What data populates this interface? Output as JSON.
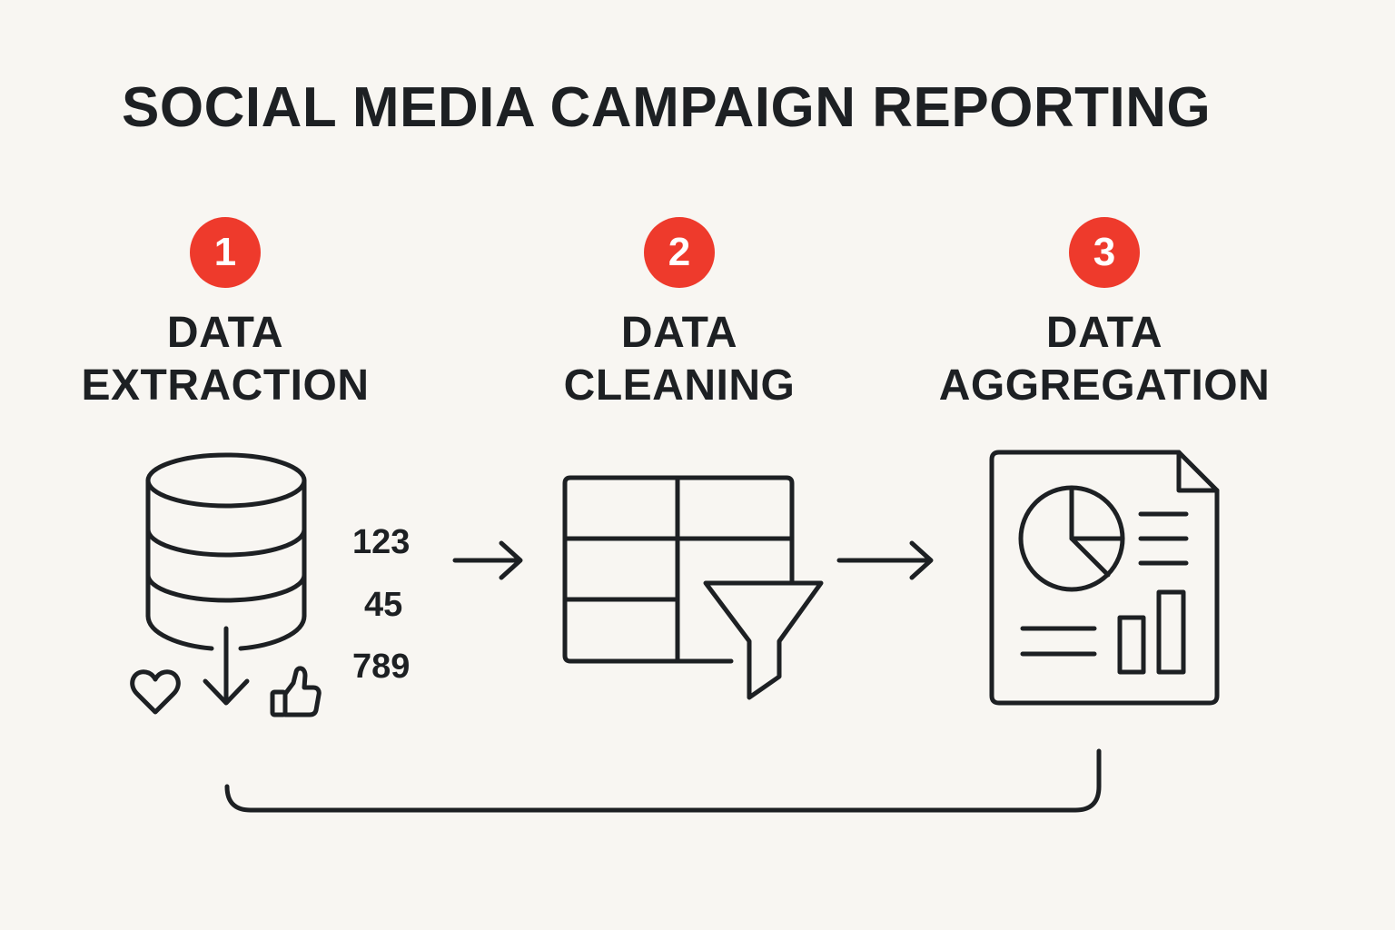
{
  "title": "SOCIAL MEDIA CAMPAIGN REPORTING",
  "colors": {
    "background": "#f8f6f2",
    "ink": "#1d2023",
    "badge": "#ee3a2c"
  },
  "steps": [
    {
      "number": "1",
      "label_line1": "DATA",
      "label_line2": "EXTRACTION",
      "icons": [
        "database-icon",
        "down-arrow-icon",
        "heart-icon",
        "thumbs-up-icon"
      ],
      "metrics": [
        "123",
        "45",
        "789"
      ]
    },
    {
      "number": "2",
      "label_line1": "DATA",
      "label_line2": "CLEANING",
      "icons": [
        "table-icon",
        "funnel-icon"
      ]
    },
    {
      "number": "3",
      "label_line1": "DATA",
      "label_line2": "AGGREGATION",
      "icons": [
        "report-document-icon",
        "pie-chart-icon",
        "bar-chart-icon"
      ]
    }
  ],
  "connectors": [
    "right-arrow-icon",
    "right-arrow-icon",
    "loop-back-line"
  ]
}
